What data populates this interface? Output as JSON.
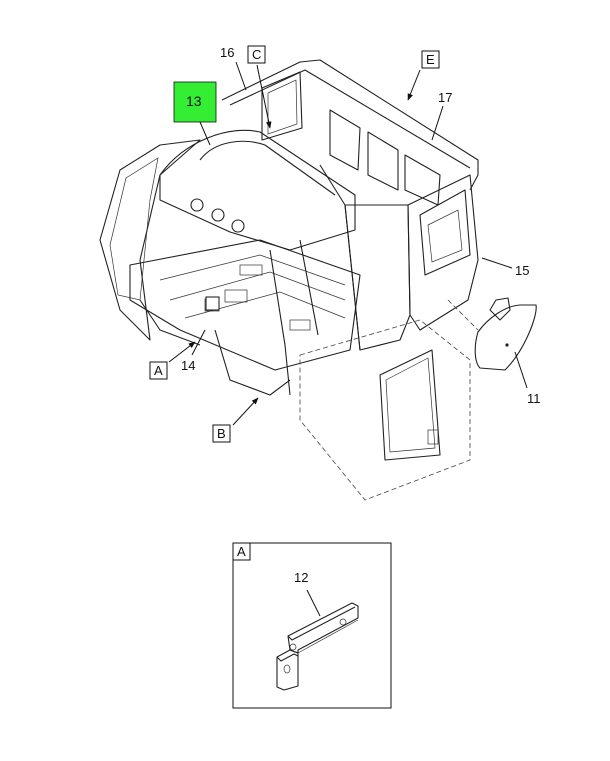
{
  "callouts": {
    "n16": "16",
    "c": "C",
    "e": "E",
    "n17": "17",
    "n13": "13",
    "n15": "15",
    "a": "A",
    "n14": "14",
    "n11": "11",
    "b": "B",
    "n12": "12",
    "detail_a": "A"
  },
  "colors": {
    "highlight": "#33ee33",
    "line": "#222222"
  }
}
